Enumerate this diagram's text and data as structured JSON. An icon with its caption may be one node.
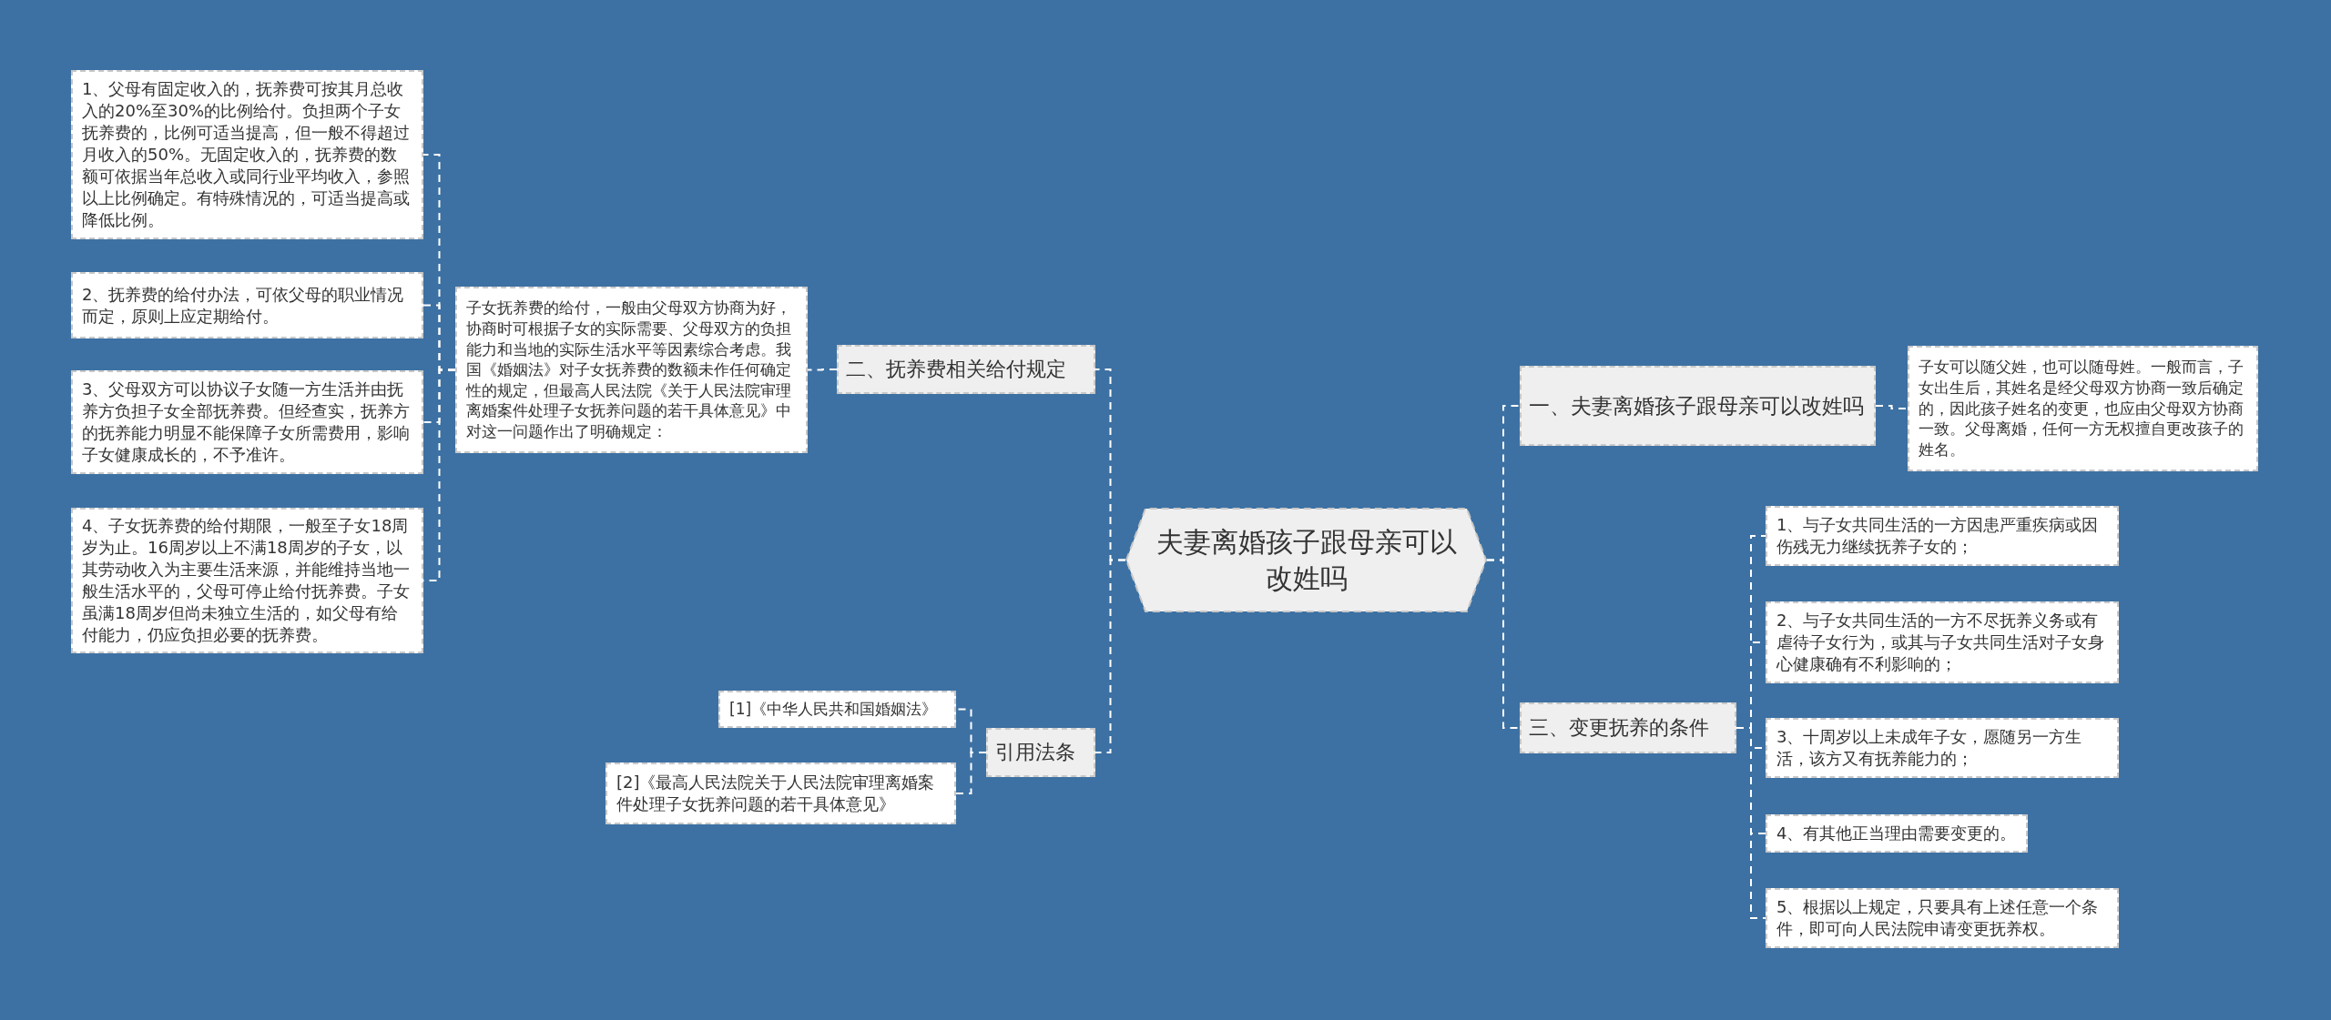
{
  "diagram": {
    "nodes": [
      {
        "text": [
          "夫妻离婚孩子跟母亲可以改姓吗"
        ]
      },
      {
        "text": [
          "二、抚养费相关给付规定"
        ]
      },
      {
        "text": [
          "子女抚养费的给付，一般由父母双方协商为好，协商时可根据子女的实际需要、父母双方的负担能力和当地的实际生活水平等因素综合考虑。我国《婚姻法》对子女抚养费的数额未作任何确定性的规定，但最高人民法院《关于人民法院审理离婚案件处理子女抚养问题的若干具体意见》中对这一问题作出了明确规定："
        ]
      },
      {
        "text": [
          "1、父母有固定收入的，抚养费可按其月总收入的20%至30%的比例给付。负担两个子女抚养费的，比例可适当提高，但一般不得超过月收入的50%。无固定收入的，抚养费的数额可依据当年总收入或同行业平均收入，参照以上比例确定。有特殊情况的，可适当提高或降低比例。"
        ]
      },
      {
        "text": [
          "2、抚养费的给付办法，可依父母的职业情况而定，原则上应定期给付。"
        ]
      },
      {
        "text": [
          "3、父母双方可以协议子女随一方生活并由抚养方负担子女全部抚养费。但经查实，抚养方的抚养能力明显不能保障子女所需费用，影响子女健康成长的，不予准许。"
        ]
      },
      {
        "text": [
          "4、子女抚养费的给付期限，一般至子女18周岁为止。16周岁以上不满18周岁的子女，以其劳动收入为主要生活来源，并能维持当地一般生活水平的，父母可停止给付抚养费。子女虽满18周岁但尚未独立生活的，如父母有给付能力，仍应负担必要的抚养费。"
        ]
      },
      {
        "text": [
          "引用法条"
        ]
      },
      {
        "text": [
          "[1]《中华人民共和国婚姻法》"
        ]
      },
      {
        "text": [
          "[2]《最高人民法院关于人民法院审理离婚案件处理子女抚养问题的若干具体意见》"
        ]
      },
      {
        "text": [
          "一、夫妻离婚孩子跟母亲可以改姓吗"
        ]
      },
      {
        "text": [
          "子女可以随父姓，也可以随母姓。一般而言，子女出生后，其姓名是经父母双方协商一致后确定的，因此孩子姓名的变更，也应由父母双方协商一致。父母离婚，任何一方无权擅自更改孩子的姓名。"
        ]
      },
      {
        "text": [
          "三、变更抚养的条件"
        ]
      },
      {
        "text": [
          "1、与子女共同生活的一方因患严重疾病或因伤残无力继续抚养子女的；"
        ]
      },
      {
        "text": [
          "2、与子女共同生活的一方不尽抚养义务或有虐待子女行为，或其与子女共同生活对子女身心健康确有不利影响的；"
        ]
      },
      {
        "text": [
          "3、十周岁以上未成年子女，愿随另一方生活，该方又有抚养能力的；"
        ]
      },
      {
        "text": [
          "4、有其他正当理由需要变更的。"
        ]
      },
      {
        "text": [
          "5、根据以上规定，只要具有上述任意一个条件，即可向人民法院申请变更抚养权。"
        ]
      }
    ],
    "edges": [
      {
        "from": 0,
        "to": 1,
        "arrow": "none"
      },
      {
        "from": 1,
        "to": 2,
        "arrow": "none"
      },
      {
        "from": 2,
        "to": 3,
        "arrow": "none"
      },
      {
        "from": 2,
        "to": 4,
        "arrow": "none"
      },
      {
        "from": 2,
        "to": 5,
        "arrow": "none"
      },
      {
        "from": 2,
        "to": 6,
        "arrow": "none"
      },
      {
        "from": 0,
        "to": 7,
        "arrow": "none"
      },
      {
        "from": 7,
        "to": 8,
        "arrow": "none"
      },
      {
        "from": 7,
        "to": 9,
        "arrow": "none"
      },
      {
        "from": 0,
        "to": 10,
        "arrow": "none"
      },
      {
        "from": 10,
        "to": 11,
        "arrow": "none"
      },
      {
        "from": 0,
        "to": 12,
        "arrow": "none"
      },
      {
        "from": 12,
        "to": 13,
        "arrow": "none"
      },
      {
        "from": 12,
        "to": 14,
        "arrow": "none"
      },
      {
        "from": 12,
        "to": 15,
        "arrow": "none"
      },
      {
        "from": 12,
        "to": 16,
        "arrow": "none"
      },
      {
        "from": 12,
        "to": 17,
        "arrow": "none"
      }
    ]
  }
}
